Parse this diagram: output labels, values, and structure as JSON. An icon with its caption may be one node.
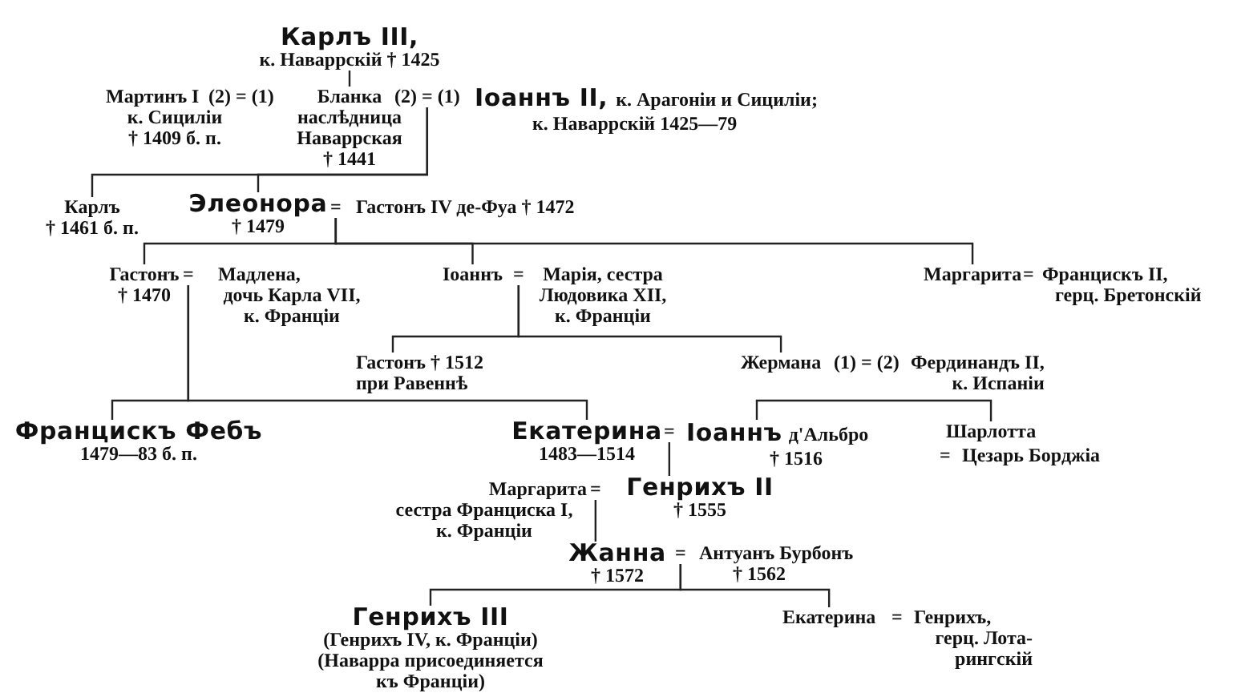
{
  "diagram": {
    "nodes": [
      {
        "text": [
          "Карлъ III,",
          "к. Наваррскій † 1425"
        ]
      },
      {
        "text": [
          "Мартинъ I",
          "к. Сициліи",
          "† 1409 б. п."
        ]
      },
      {
        "text": [
          "(2) = (1)"
        ]
      },
      {
        "text": [
          "Бланка",
          "наслѣдница Наваррская",
          "† 1441"
        ]
      },
      {
        "text": [
          "(2) = (1)"
        ]
      },
      {
        "text": [
          "Іоаннъ II,",
          "к. Арагоніи и Сициліи;",
          "к. Наваррскій 1425—79"
        ]
      },
      {
        "text": [
          "Карлъ",
          "† 1461 б. п."
        ]
      },
      {
        "text": [
          "Элеонора",
          "† 1479"
        ]
      },
      {
        "text": [
          "="
        ]
      },
      {
        "text": [
          "Гастонъ IV де-Фуа † 1472"
        ]
      },
      {
        "text": [
          "Гастонъ",
          "† 1470"
        ]
      },
      {
        "text": [
          "="
        ]
      },
      {
        "text": [
          "Мадлена,",
          "дочь Карла VII, к. Франціи"
        ]
      },
      {
        "text": [
          "Іоаннъ"
        ]
      },
      {
        "text": [
          "="
        ]
      },
      {
        "text": [
          "Марія, сестра Людовика XII, к. Франціи"
        ]
      },
      {
        "text": [
          "Маргарита"
        ]
      },
      {
        "text": [
          "="
        ]
      },
      {
        "text": [
          "Францискъ II,",
          "герц. Бретонскій"
        ]
      },
      {
        "text": [
          "Гастонъ † 1512 при Равеннѣ"
        ]
      },
      {
        "text": [
          "Жермана"
        ]
      },
      {
        "text": [
          "(1) = (2)"
        ]
      },
      {
        "text": [
          "Фердинандъ II,",
          "к. Испаніи"
        ]
      },
      {
        "text": [
          "Францискъ Фебъ",
          "1479—83 б. п."
        ]
      },
      {
        "text": [
          "Екатерина",
          "1483—1514"
        ]
      },
      {
        "text": [
          "="
        ]
      },
      {
        "text": [
          "Іоаннъ",
          "д'Альбро",
          "† 1516"
        ]
      },
      {
        "text": [
          "Шарлотта"
        ]
      },
      {
        "text": [
          "="
        ]
      },
      {
        "text": [
          "Цезарь Борджіа"
        ]
      },
      {
        "text": [
          "Маргарита",
          "сестра Франциска I, к. Франціи"
        ]
      },
      {
        "text": [
          "="
        ]
      },
      {
        "text": [
          "Генрихъ II",
          "† 1555"
        ]
      },
      {
        "text": [
          "Жанна",
          "† 1572"
        ]
      },
      {
        "text": [
          "="
        ]
      },
      {
        "text": [
          "Антуанъ Бурбонъ",
          "† 1562"
        ]
      },
      {
        "text": [
          "Генрихъ III",
          "(Генрихъ IV, к. Франціи)",
          "(Наварра присоединяется къ Франціи)"
        ]
      },
      {
        "text": [
          "Екатерина"
        ]
      },
      {
        "text": [
          "="
        ]
      },
      {
        "text": [
          "Генрихъ,",
          "герц. Лота- рингскій"
        ]
      }
    ],
    "edges": [
      {
        "from": 0,
        "to": 3,
        "arrow": "none"
      },
      {
        "from": 4,
        "to": 6,
        "arrow": "none"
      },
      {
        "from": 4,
        "to": 7,
        "arrow": "none"
      },
      {
        "from": 8,
        "to": 10,
        "arrow": "none"
      },
      {
        "from": 8,
        "to": 13,
        "arrow": "none"
      },
      {
        "from": 8,
        "to": 16,
        "arrow": "none"
      },
      {
        "from": 11,
        "to": 23,
        "arrow": "none"
      },
      {
        "from": 11,
        "to": 24,
        "arrow": "none"
      },
      {
        "from": 14,
        "to": 19,
        "arrow": "none"
      },
      {
        "from": 14,
        "to": 20,
        "arrow": "none"
      },
      {
        "from": 26,
        "to": 27,
        "arrow": "none"
      },
      {
        "from": 25,
        "to": 32,
        "arrow": "none"
      },
      {
        "from": 31,
        "to": 33,
        "arrow": "none"
      },
      {
        "from": 34,
        "to": 36,
        "arrow": "none"
      },
      {
        "from": 34,
        "to": 37,
        "arrow": "none"
      }
    ]
  }
}
